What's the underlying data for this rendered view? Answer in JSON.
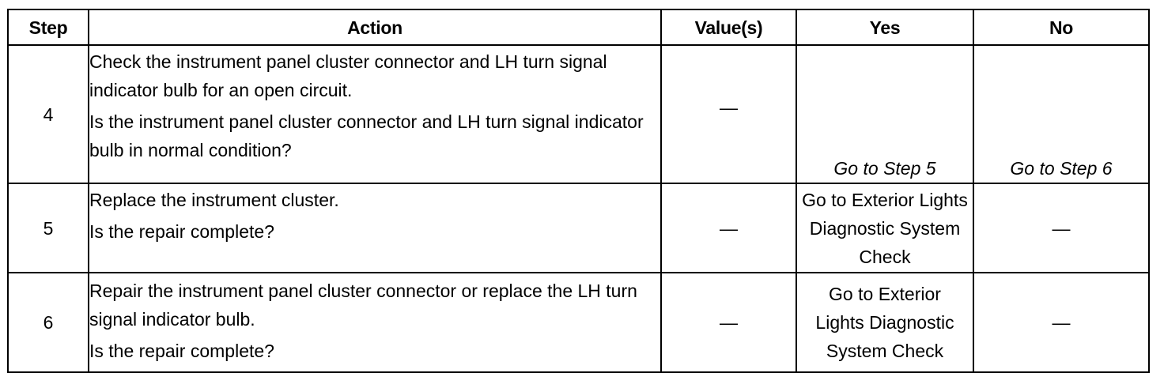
{
  "headers": {
    "step": "Step",
    "action": "Action",
    "values": "Value(s)",
    "yes": "Yes",
    "no": "No"
  },
  "rows": [
    {
      "step": "4",
      "action": [
        "Check the instrument panel cluster connector and LH turn signal indicator bulb for an open circuit.",
        "Is the instrument panel cluster connector and LH turn signal indicator bulb in normal condition?"
      ],
      "value": "—",
      "yes": "Go to Step 5",
      "no": "Go to Step 6"
    },
    {
      "step": "5",
      "action": [
        "Replace the instrument cluster.",
        "Is the repair complete?"
      ],
      "value": "—",
      "yes": "Go to Exterior Lights Diagnostic System Check",
      "no": "—"
    },
    {
      "step": "6",
      "action": [
        "Repair the instrument panel cluster connector or replace the LH turn signal indicator bulb.",
        "Is the repair complete?"
      ],
      "value": "—",
      "yes": "Go to Exterior Lights Diagnostic System Check",
      "no": "—"
    }
  ]
}
